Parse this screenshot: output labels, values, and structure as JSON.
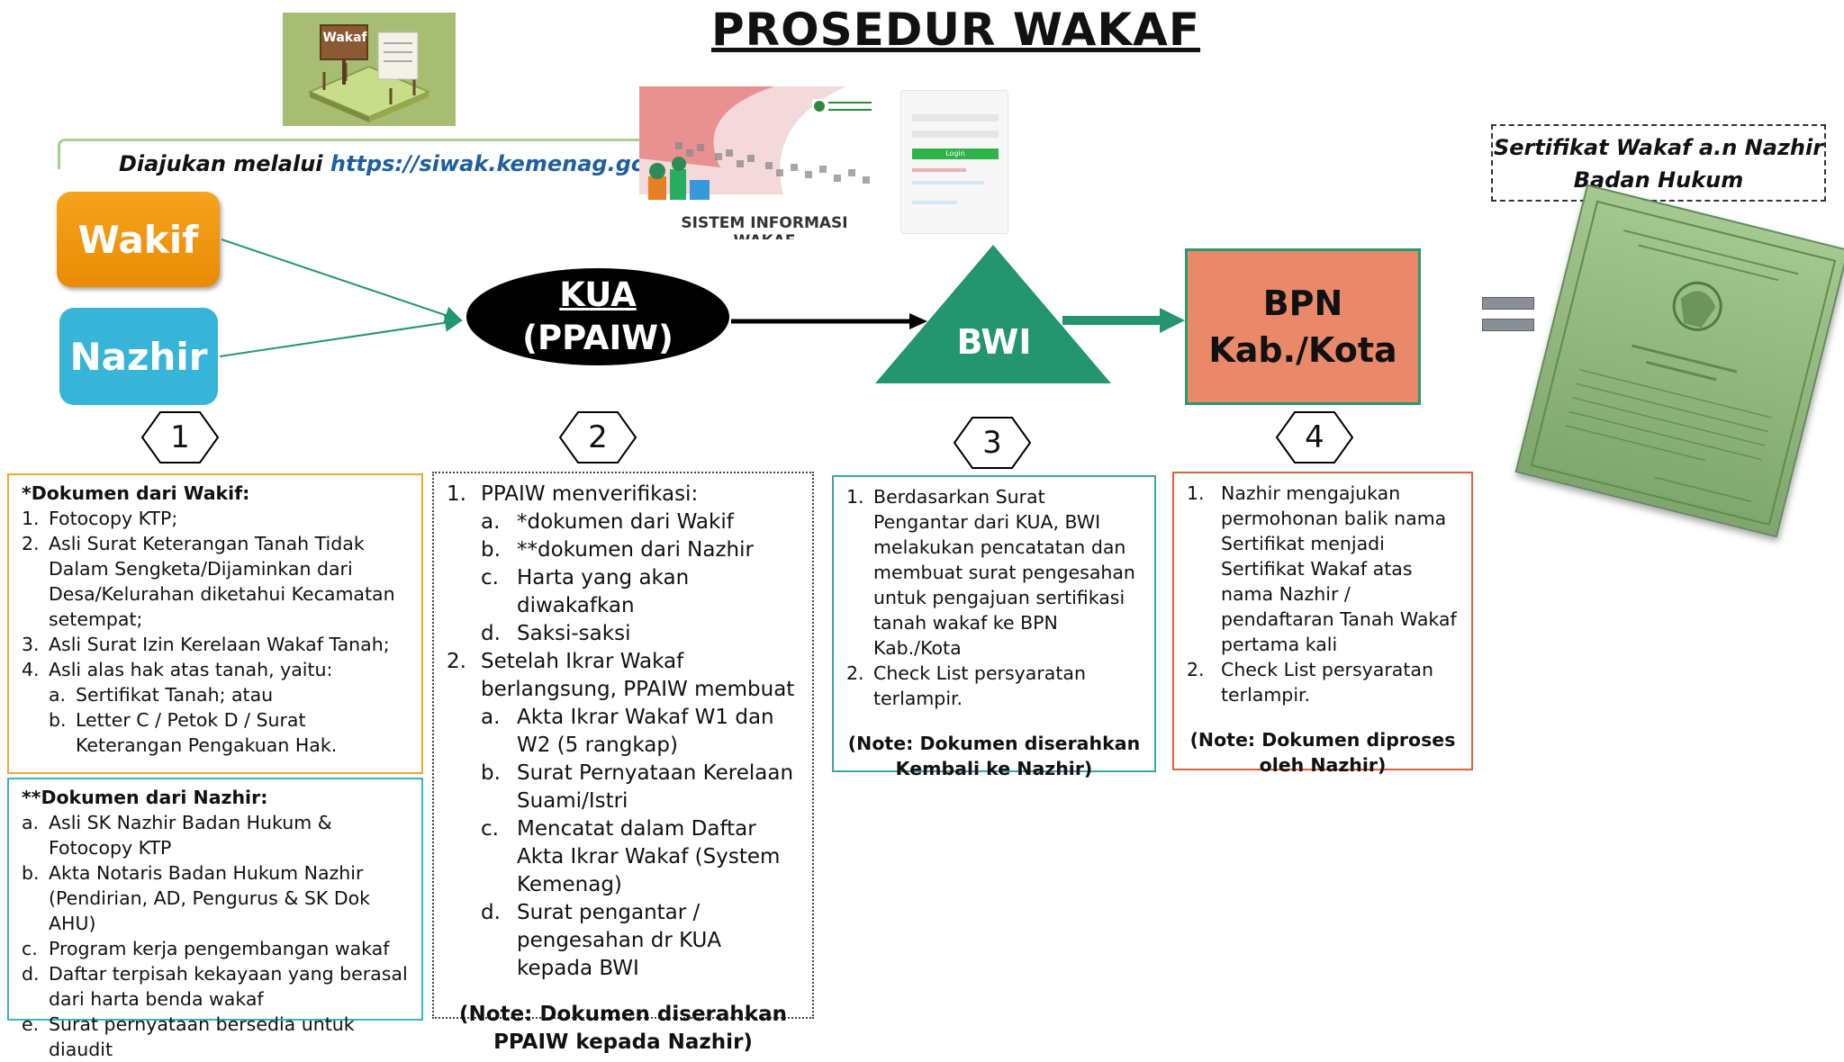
{
  "title": "PROSEDUR WAKAF",
  "submission": {
    "prefix": "Diajukan melalui",
    "url": "https://siwak.kemenag.go.id",
    "thumb_label": "Wakaf",
    "system_caption": "SISTEM INFORMASI WAKAF",
    "login_button": "Login"
  },
  "actors": {
    "wakif": "Wakif",
    "nazhir": "Nazhir"
  },
  "nodes": {
    "kua_line1": "KUA",
    "kua_line2": "(PPAIW)",
    "bwi": "BWI",
    "bpn_line1": "BPN",
    "bpn_line2": "Kab./Kota"
  },
  "steps": [
    "1",
    "2",
    "3",
    "4"
  ],
  "certificate": {
    "label_line1": "Sertifikat Wakaf a.n Nazhir",
    "label_line2": "Badan Hukum"
  },
  "box1": {
    "heading": "*Dokumen dari Wakif:",
    "items": [
      {
        "m": "1.",
        "t": "Fotocopy KTP;"
      },
      {
        "m": "2.",
        "t": "Asli Surat Keterangan Tanah Tidak Dalam Sengketa/Dijaminkan dari Desa/Kelurahan diketahui Kecamatan setempat;"
      },
      {
        "m": "3.",
        "t": "Asli Surat Izin Kerelaan Wakaf Tanah;"
      },
      {
        "m": "4.",
        "t": "Asli alas hak atas tanah, yaitu:"
      }
    ],
    "subitems": [
      {
        "m": "a.",
        "t": "Sertifikat Tanah; atau"
      },
      {
        "m": "b.",
        "t": "Letter C / Petok D / Surat Keterangan Pengakuan Hak."
      }
    ]
  },
  "box1b": {
    "heading": "**Dokumen dari Nazhir:",
    "items": [
      {
        "m": "a.",
        "t": "Asli SK Nazhir Badan Hukum & Fotocopy KTP"
      },
      {
        "m": "b.",
        "t": "Akta Notaris Badan Hukum Nazhir (Pendirian, AD, Pengurus & SK Dok AHU)"
      },
      {
        "m": "c.",
        "t": "Program kerja pengembangan wakaf"
      },
      {
        "m": "d.",
        "t": "Daftar terpisah kekayaan yang berasal dari harta benda wakaf"
      },
      {
        "m": "e.",
        "t": "Surat pernyataan bersedia untuk diaudit"
      }
    ]
  },
  "box2": {
    "item1": {
      "m": "1.",
      "t": "PPAIW menverifikasi:"
    },
    "item1_sub": [
      {
        "m": "a.",
        "t": "*dokumen dari Wakif"
      },
      {
        "m": "b.",
        "t": "**dokumen dari Nazhir"
      },
      {
        "m": "c.",
        "t": "Harta yang akan diwakafkan"
      },
      {
        "m": "d.",
        "t": "Saksi-saksi"
      }
    ],
    "item2": {
      "m": "2.",
      "t": "Setelah Ikrar Wakaf berlangsung, PPAIW membuat"
    },
    "item2_sub": [
      {
        "m": "a.",
        "t": "Akta Ikrar Wakaf W1 dan W2 (5 rangkap)"
      },
      {
        "m": "b.",
        "t": "Surat Pernyataan Kerelaan Suami/Istri"
      },
      {
        "m": "c.",
        "t": "Mencatat dalam Daftar Akta Ikrar Wakaf (System Kemenag)"
      },
      {
        "m": "d.",
        "t": "Surat pengantar / pengesahan dr KUA kepada BWI"
      }
    ],
    "note": "(Note: Dokumen diserahkan PPAIW kepada Nazhir)"
  },
  "box3": {
    "items": [
      {
        "m": "1.",
        "t": "Berdasarkan Surat Pengantar dari KUA, BWI melakukan pencatatan dan membuat surat pengesahan untuk pengajuan sertifikasi tanah wakaf ke BPN Kab./Kota"
      },
      {
        "m": "2.",
        "t": "Check List persyaratan terlampir."
      }
    ],
    "note": "(Note: Dokumen diserahkan Kembali ke Nazhir)"
  },
  "box4": {
    "items": [
      {
        "m": "1.",
        "t": "Nazhir mengajukan permohonan balik nama Sertifikat menjadi Sertifikat Wakaf atas nama Nazhir / pendaftaran Tanah Wakaf pertama kali"
      },
      {
        "m": "2.",
        "t": "Check List persyaratan terlampir."
      }
    ],
    "note": "(Note: Dokumen diproses oleh Nazhir)"
  },
  "colors": {
    "wakif": "#f39c12",
    "nazhir": "#36b5d8",
    "kua": "#000000",
    "bwi": "#23956f",
    "bpn": "#e9896a",
    "box1_border": "#f0a830",
    "box1b_border": "#3cb4c8",
    "box3_border": "#3aa89b",
    "box4_border": "#d7643a"
  }
}
